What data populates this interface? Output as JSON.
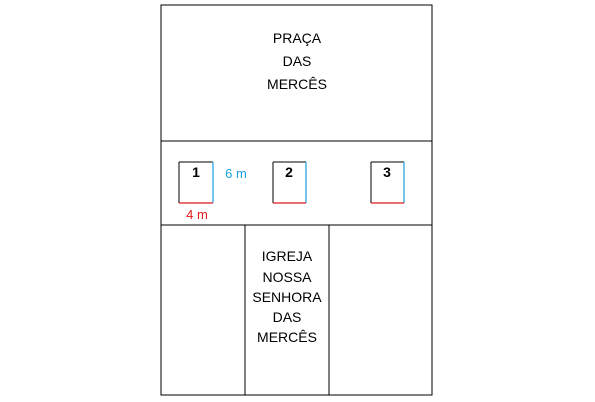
{
  "praca": {
    "lines": [
      "PRAÇA",
      "DAS",
      "MERCÊS"
    ]
  },
  "igreja": {
    "lines": [
      "IGREJA",
      "NOSSA",
      "SENHORA",
      "DAS",
      "MERCÊS"
    ]
  },
  "lots": [
    {
      "label": "1"
    },
    {
      "label": "2"
    },
    {
      "label": "3"
    }
  ],
  "dimensions": {
    "height_label": "6 m",
    "width_label": "4 m"
  },
  "colors": {
    "outline": "#000000",
    "height_edge": "#1a9fe0",
    "width_edge": "#e01a1a"
  }
}
